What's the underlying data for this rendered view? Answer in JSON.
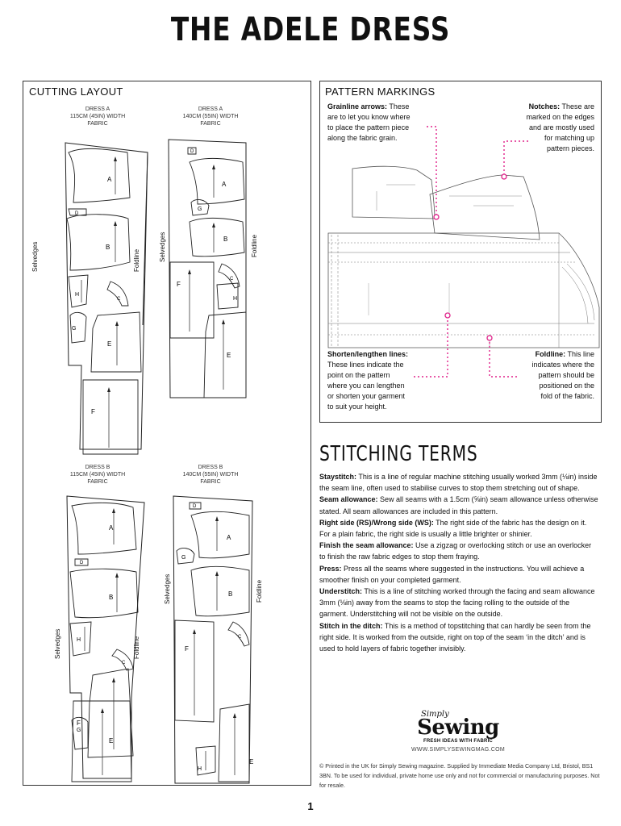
{
  "title": "THE ADELE DRESS",
  "cutting_layout": {
    "heading": "CUTTING LAYOUT",
    "diagrams": [
      {
        "caption": "DRESS A\n115CM (45IN) WIDTH\nFABRIC"
      },
      {
        "caption": "DRESS A\n140CM (55IN) WIDTH\nFABRIC"
      },
      {
        "caption": "DRESS B\n115CM (45IN) WIDTH\nFABRIC"
      },
      {
        "caption": "DRESS B\n140CM (55IN) WIDTH\nFABRIC"
      }
    ],
    "labels": {
      "selvedges": "Selvedges",
      "foldline": "Foldline"
    }
  },
  "pattern_markings": {
    "heading": "PATTERN MARKINGS",
    "grainline": {
      "term": "Grainline arrows:",
      "text": " These\nare to let you know where\nto place the pattern piece\nalong the fabric grain."
    },
    "notches": {
      "term": "Notches:",
      "text": " These are\nmarked on the edges\nand are mostly used\nfor matching up\npattern pieces."
    },
    "shorten": {
      "term": "Shorten/lengthen lines:",
      "text": "\nThese lines indicate the\npoint on the pattern\nwhere you can lengthen\nor shorten your garment\nto suit your height."
    },
    "foldline": {
      "term": "Foldline:",
      "text": " This line\nindicates where the\npattern should be\npositioned on the\nfold of the fabric."
    }
  },
  "stitching_terms": {
    "heading": "STITCHING TERMS",
    "items": [
      {
        "term": "Staystitch:",
        "text": " This is a line of regular machine stitching usually worked 3mm (⅛in) inside the seam line, often used to stabilise curves to stop them stretching out of shape."
      },
      {
        "term": "Seam allowance:",
        "text": " Sew all seams with a 1.5cm (⅝in) seam allowance unless otherwise stated. All seam allowances are included in this pattern."
      },
      {
        "term": "Right side (RS)/Wrong side (WS):",
        "text": " The right side of the fabric has the design on it. For a plain fabric, the right side is usually a little brighter or shinier."
      },
      {
        "term": "Finish the seam allowance:",
        "text": " Use a zigzag or overlocking stitch or use an overlocker to finish the raw fabric edges to stop them fraying."
      },
      {
        "term": "Press:",
        "text": " Press all the seams where suggested in the instructions. You will achieve a smoother finish on your completed garment."
      },
      {
        "term": "Understitch:",
        "text": " This is a line of stitching worked through the facing and seam allowance 3mm (⅛in) away from the seams to stop the facing rolling to the outside of the garment. Understitching will not be visible on the outside."
      },
      {
        "term": "Stitch in the ditch:",
        "text": " This is a method of topstitching that can hardly be seen from the right side. It is worked from the outside, right on top of the seam ‘in the ditch’ and is used to hold layers of fabric together invisibly."
      }
    ]
  },
  "logo": {
    "small": "Simply",
    "big": "Sewing",
    "tagline": "FRESH IDEAS WITH FABRIC",
    "url": "WWW.SIMPLYSEWINGMAG.COM"
  },
  "footer": "© Printed in the UK for Simply Sewing magazine. Supplied by Immediate Media Company Ltd, Bristol, BS1 3BN. To be used for individual, private home use only and not for commercial or manufacturing purposes. Not for resale.",
  "page_number": "1",
  "piece_labels": {
    "A": "A",
    "B": "B",
    "C": "C",
    "D": "D",
    "E": "E",
    "F": "F",
    "G": "G",
    "H": "H"
  },
  "colors": {
    "accent": "#e0218a",
    "ink": "#111111"
  }
}
